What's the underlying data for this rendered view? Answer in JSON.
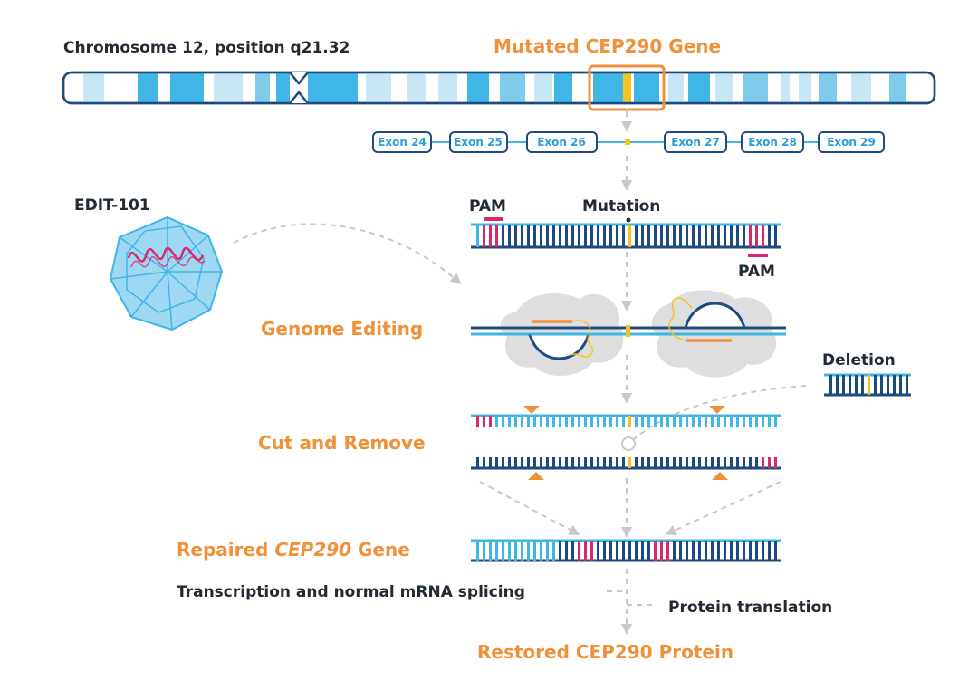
{
  "labels": {
    "chromosome": "Chromosome 12, position q21.32",
    "mutated_gene": "Mutated CEP290 Gene",
    "edit101": "EDIT-101",
    "pam_top": "PAM",
    "mutation": "Mutation",
    "pam_bottom": "PAM",
    "genome_editing": "Genome Editing",
    "deletion": "Deletion",
    "cut_remove": "Cut and Remove",
    "repaired_prefix": "Repaired ",
    "repaired_italic": "CEP290",
    "repaired_suffix": " Gene",
    "transcription": "Transcription and normal mRNA splicing",
    "protein_translation": "Protein translation",
    "restored": "Restored CEP290 Protein"
  },
  "exons": [
    "Exon 24",
    "Exon 25",
    "Exon 26",
    "Exon 27",
    "Exon 28",
    "Exon 29"
  ],
  "colors": {
    "orange": "#f0913a",
    "light_blue": "#3fb6e6",
    "pale_blue": "#c7e7f6",
    "mid_blue": "#7fcbea",
    "dark_blue": "#1d4a80",
    "pink": "#d8296a",
    "yellow": "#f7c21b",
    "gray": "#c8c8c8",
    "text_dark": "#222a33"
  }
}
